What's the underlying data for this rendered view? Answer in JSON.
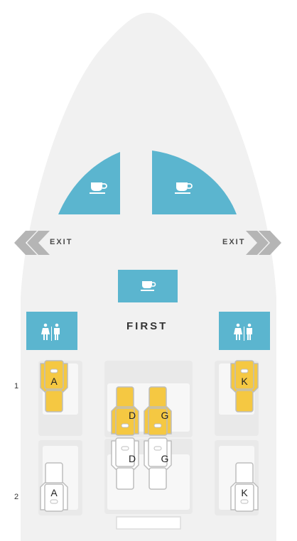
{
  "cabin": {
    "name": "FIRST"
  },
  "exits": {
    "left_label": "EXIT",
    "right_label": "EXIT"
  },
  "rows": [
    {
      "number": "1"
    },
    {
      "number": "2"
    }
  ],
  "seats": [
    {
      "id": "1A",
      "letter": "A",
      "status": "available"
    },
    {
      "id": "1D",
      "letter": "D",
      "status": "available"
    },
    {
      "id": "1G",
      "letter": "G",
      "status": "available"
    },
    {
      "id": "1K",
      "letter": "K",
      "status": "available"
    },
    {
      "id": "2A",
      "letter": "A",
      "status": "unavailable"
    },
    {
      "id": "2D",
      "letter": "D",
      "status": "unavailable"
    },
    {
      "id": "2G",
      "letter": "G",
      "status": "unavailable"
    },
    {
      "id": "2K",
      "letter": "K",
      "status": "unavailable"
    }
  ],
  "icons": {
    "galley": "coffee-cup-icon",
    "lavatory": "restroom-icon",
    "exit": "double-chevron-icon"
  },
  "colors": {
    "fuselage": "#f1f1f1",
    "service": "#5bb5cf",
    "seat_available": "#f5c842",
    "seat_unavailable": "#ffffff",
    "seat_outline": "#bdbdbd",
    "exit_arrow": "#b5b5b5"
  }
}
